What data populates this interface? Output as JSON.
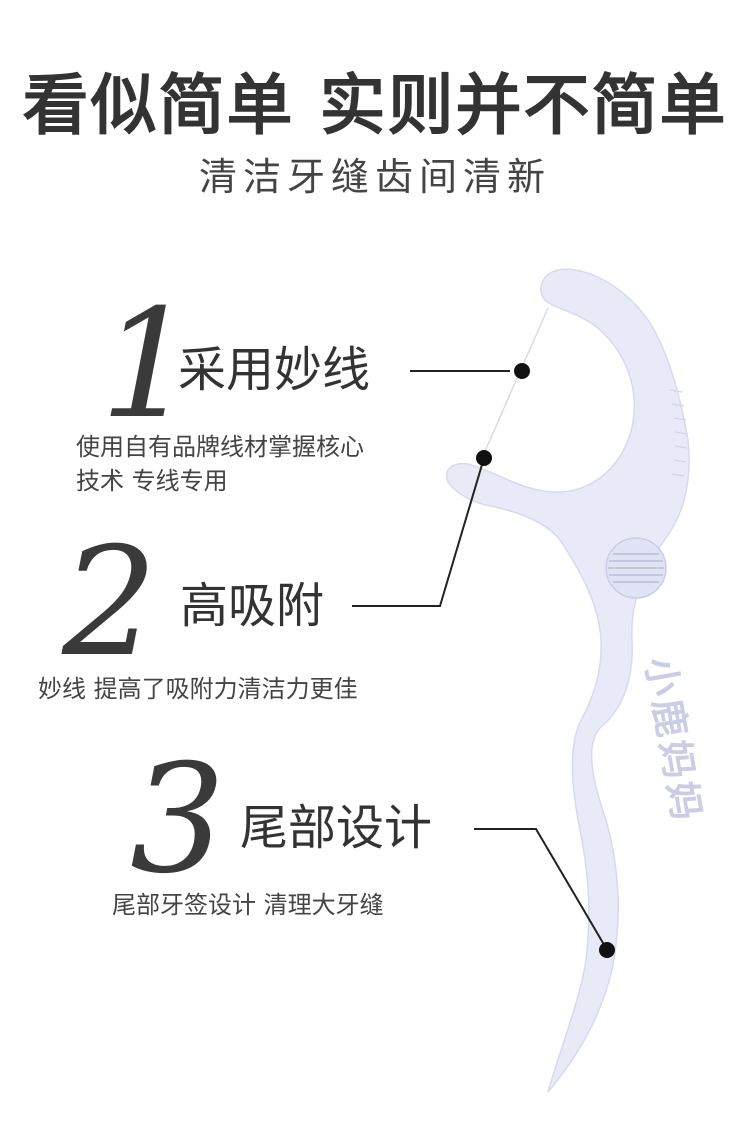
{
  "header": {
    "title": "看似简单 实则并不简单",
    "subtitle": "清洁牙缝齿间清新"
  },
  "features": [
    {
      "number": "1",
      "heading": "采用妙线",
      "desc_line1": "使用自有品牌线材掌握核心",
      "desc_line2": "技术 专线专用"
    },
    {
      "number": "2",
      "heading": "高吸附",
      "desc_line1": "妙线  提高了吸附力清洁力更佳"
    },
    {
      "number": "3",
      "heading": "尾部设计",
      "desc_line1": "尾部牙签设计 清理大牙缝"
    }
  ],
  "product": {
    "brand_text": "小鹿妈妈",
    "body_color": "#e8ebf7",
    "stripe_color": "#c9cde6"
  }
}
